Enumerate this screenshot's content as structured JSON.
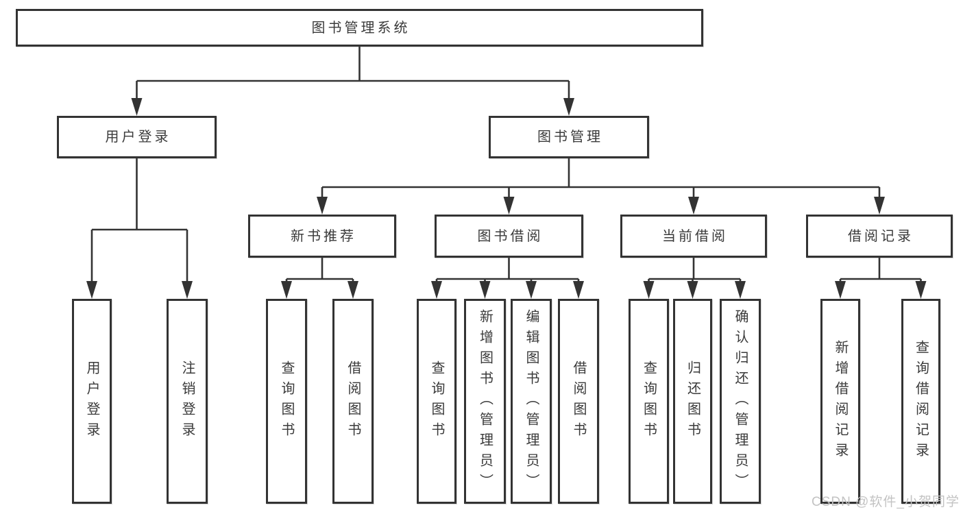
{
  "diagram": {
    "title": "图书管理系统",
    "watermark": "CSDN @软件_小贺同学",
    "colors": {
      "line": "#333333",
      "border": "#333333",
      "text": "#3a3a3a",
      "box_bg": "#ffffff",
      "watermark": "#c3c3c3"
    },
    "nodes": [
      {
        "id": "root",
        "label": "图书管理系统",
        "level": 1
      },
      {
        "id": "user-login",
        "label": "用户登录",
        "level": 2
      },
      {
        "id": "book-management",
        "label": "图书管理",
        "level": 2
      },
      {
        "id": "new-book-recommend",
        "label": "新书推荐",
        "level": 3
      },
      {
        "id": "book-borrowing",
        "label": "图书借阅",
        "level": 3
      },
      {
        "id": "current-borrowing",
        "label": "当前借阅",
        "level": 3
      },
      {
        "id": "borrow-records",
        "label": "借阅记录",
        "level": 3
      },
      {
        "id": "user-login-leaf",
        "label": "用户登录",
        "level": 4
      },
      {
        "id": "logout",
        "label": "注销登录",
        "level": 4
      },
      {
        "id": "query-books-recommend",
        "label": "查询图书",
        "level": 4
      },
      {
        "id": "borrow-books-recommend",
        "label": "借阅图书",
        "level": 4
      },
      {
        "id": "query-books-borrowing",
        "label": "查询图书",
        "level": 4
      },
      {
        "id": "add-books-admin",
        "label": "新增图书（管理员）",
        "level": 4
      },
      {
        "id": "edit-books-admin",
        "label": "编辑图书（管理员）",
        "level": 4
      },
      {
        "id": "borrow-books",
        "label": "借阅图书",
        "level": 4
      },
      {
        "id": "query-books-current",
        "label": "查询图书",
        "level": 4
      },
      {
        "id": "return-books",
        "label": "归还图书",
        "level": 4
      },
      {
        "id": "confirm-return-admin",
        "label": "确认归还（管理员）",
        "level": 4
      },
      {
        "id": "add-borrow-record",
        "label": "新增借阅记录",
        "level": 4
      },
      {
        "id": "query-borrow-record",
        "label": "查询借阅记录",
        "level": 4
      }
    ],
    "edges": [
      {
        "from": "root",
        "to": [
          "user-login",
          "book-management"
        ]
      },
      {
        "from": "user-login",
        "to": [
          "user-login-leaf",
          "logout"
        ]
      },
      {
        "from": "book-management",
        "to": [
          "new-book-recommend",
          "book-borrowing",
          "current-borrowing",
          "borrow-records"
        ]
      },
      {
        "from": "new-book-recommend",
        "to": [
          "query-books-recommend",
          "borrow-books-recommend"
        ]
      },
      {
        "from": "book-borrowing",
        "to": [
          "query-books-borrowing",
          "add-books-admin",
          "edit-books-admin",
          "borrow-books"
        ]
      },
      {
        "from": "current-borrowing",
        "to": [
          "query-books-current",
          "return-books",
          "confirm-return-admin"
        ]
      },
      {
        "from": "borrow-records",
        "to": [
          "add-borrow-record",
          "query-borrow-record"
        ]
      }
    ]
  }
}
